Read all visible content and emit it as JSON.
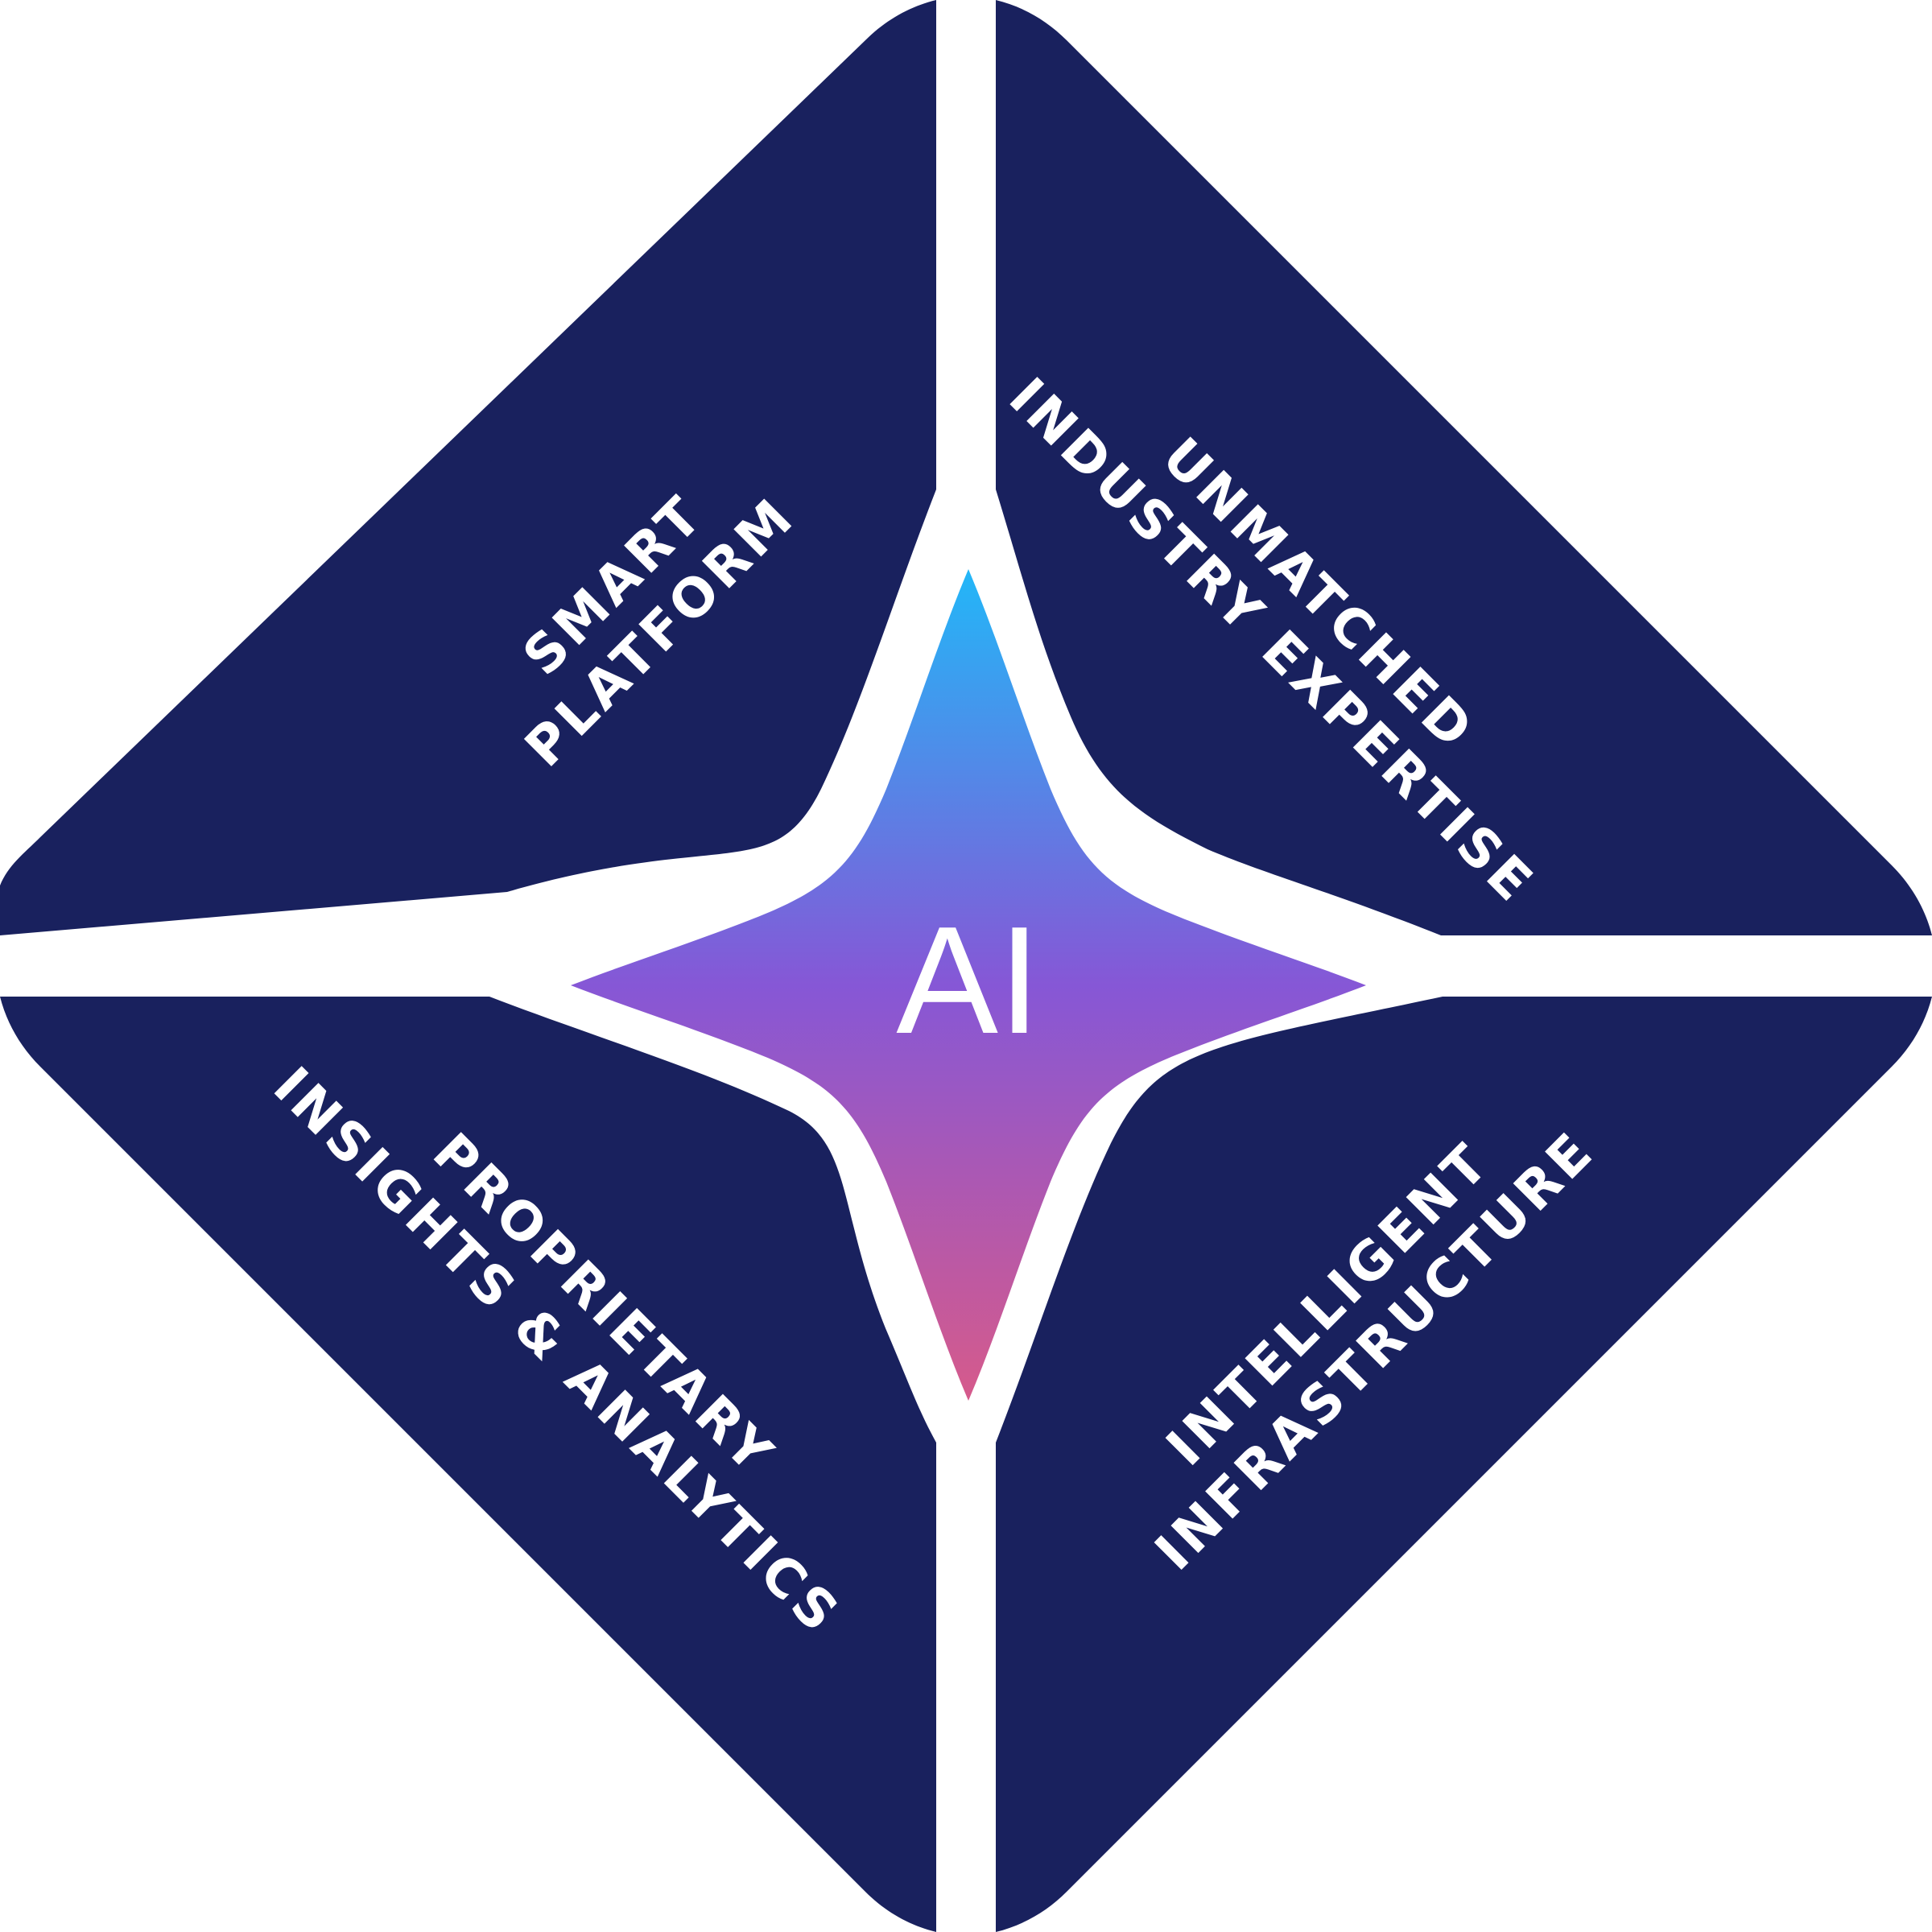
{
  "colors": {
    "navy": "#19215e",
    "background": "#ffffff",
    "text": "#ffffff",
    "star_gradient": [
      "#22b7f8",
      "#8657d6",
      "#d65a8b"
    ]
  },
  "center": {
    "label": "AI"
  },
  "quadrants": {
    "top_left": {
      "lines": [
        "SMART",
        "PLATFORM"
      ]
    },
    "top_right": {
      "lines": [
        "UNMATCHED",
        "INDUSTRY EXPERTISE"
      ]
    },
    "bottom_left": {
      "lines": [
        "PROPRIETARY",
        "INSIGHTS & ANALYTICS"
      ]
    },
    "bottom_right": {
      "lines": [
        "INTELLIGENT",
        "INFRASTRUCTURE"
      ]
    }
  }
}
